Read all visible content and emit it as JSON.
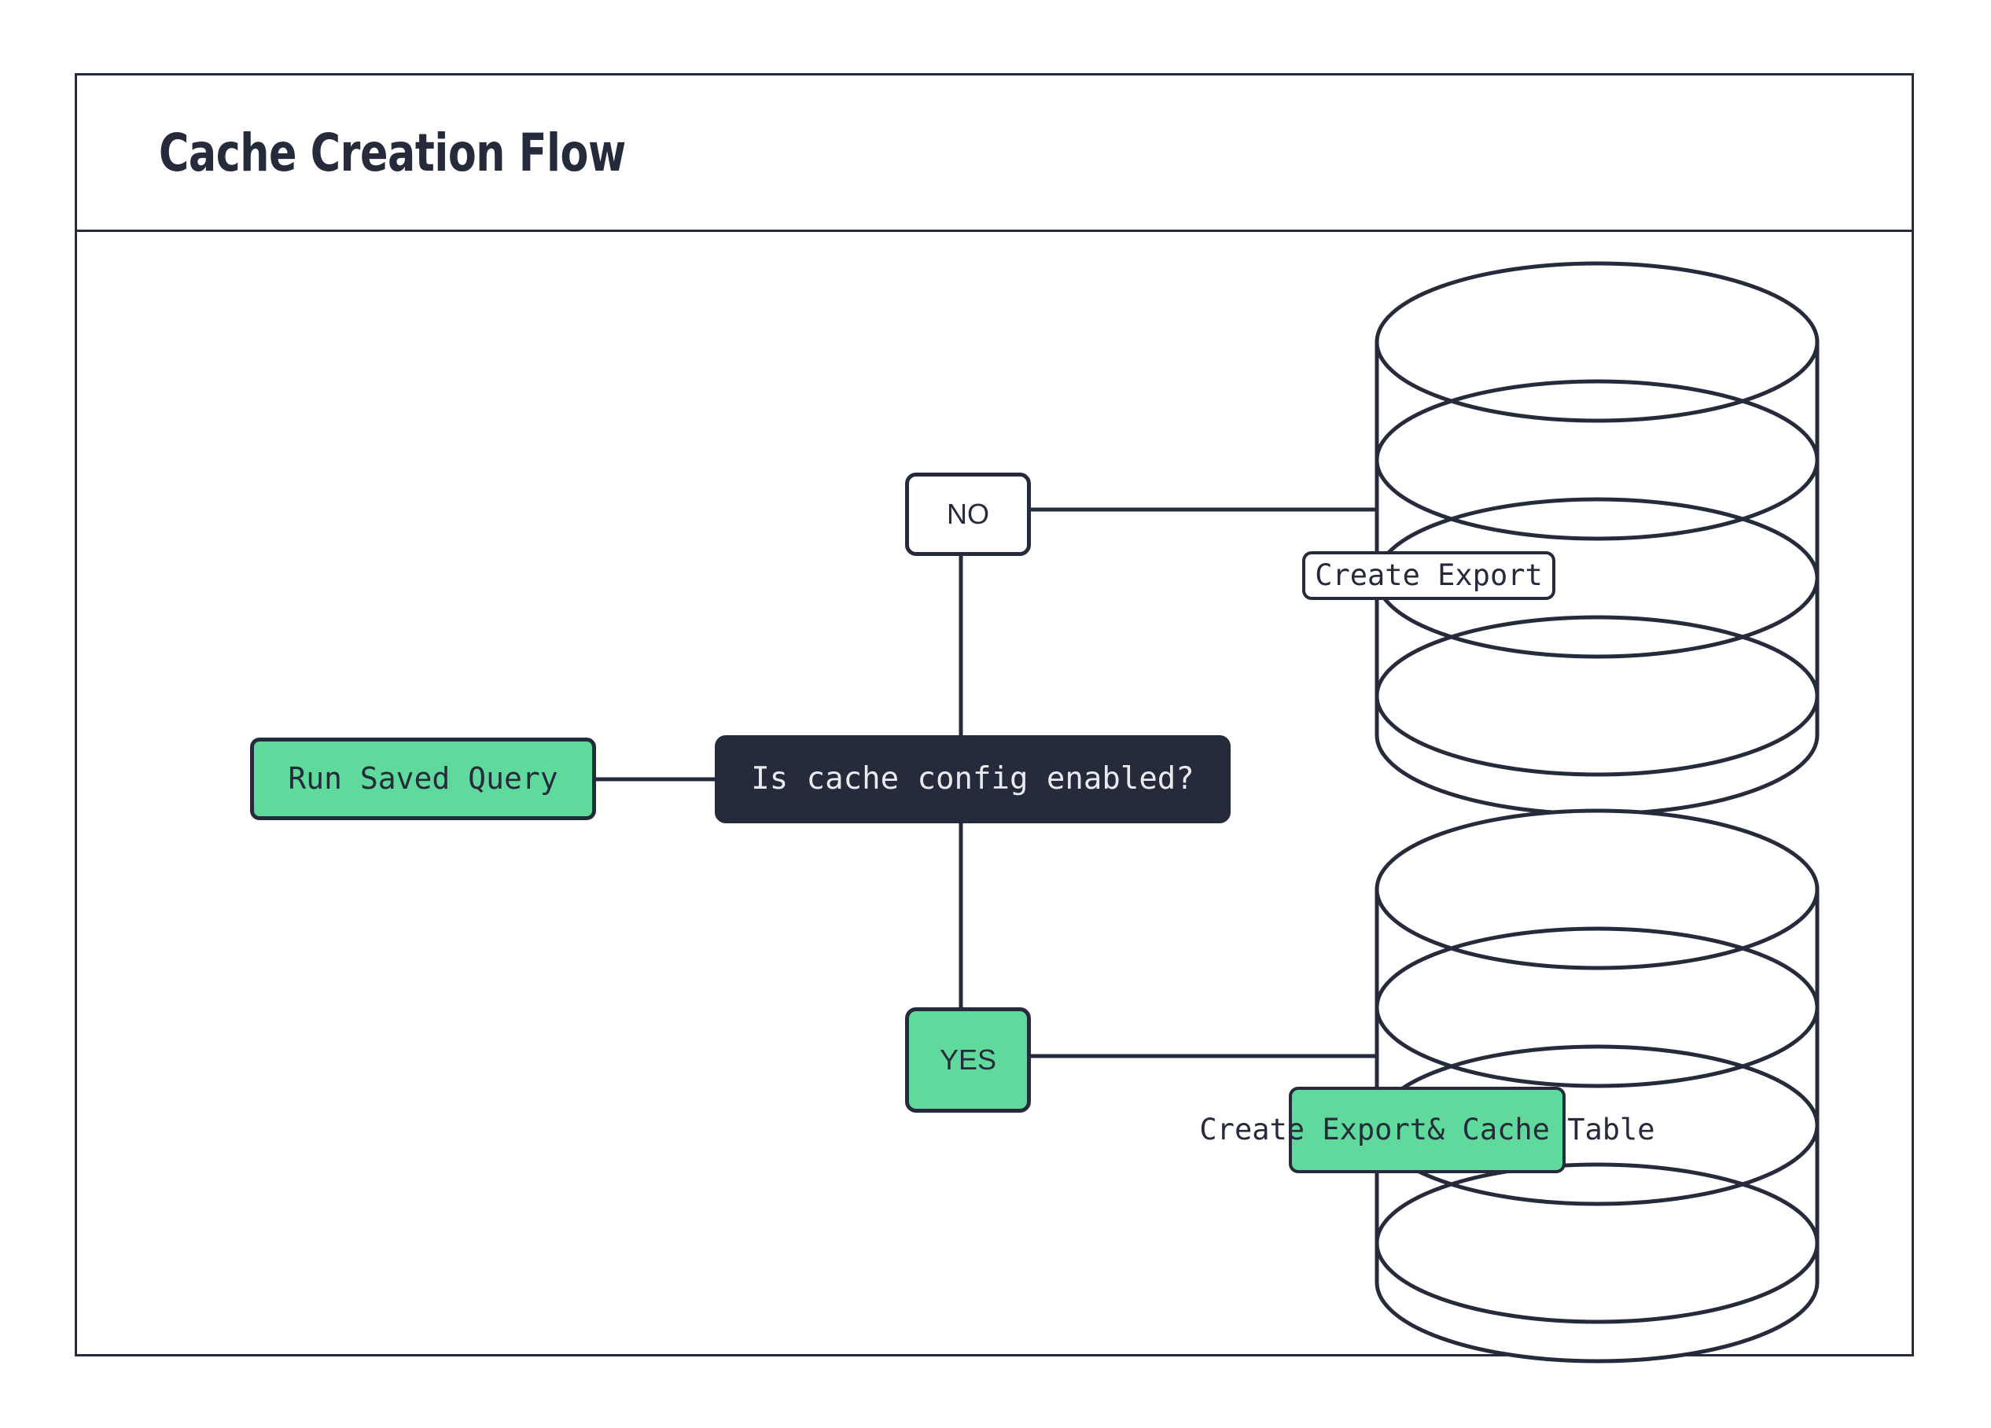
{
  "diagram": {
    "title": "Cache Creation Flow",
    "colors": {
      "ink": "#262b3c",
      "accent_green": "#5fd99c",
      "surface": "#ffffff",
      "dark_fill": "#262b3c",
      "dark_text": "#e8eaee"
    },
    "nodes": [
      {
        "id": "run-saved-query",
        "label": "Run Saved Query",
        "shape": "rounded-rect",
        "fill": "#5fd99c",
        "text_color": "#262b3c"
      },
      {
        "id": "decision",
        "label": "Is cache config enabled?",
        "shape": "rounded-rect",
        "fill": "#262b3c",
        "text_color": "#e8eaee"
      },
      {
        "id": "branch-no",
        "label": "NO",
        "shape": "rounded-rect",
        "fill": "#ffffff",
        "text_color": "#262b3c"
      },
      {
        "id": "branch-yes",
        "label": "YES",
        "shape": "rounded-rect",
        "fill": "#5fd99c",
        "text_color": "#262b3c"
      },
      {
        "id": "database-top",
        "label": "Create Export",
        "shape": "cylinder",
        "fill": "#ffffff",
        "text_color": "#262b3c"
      },
      {
        "id": "database-bottom",
        "label": "Create Export\n& Cache Table",
        "label_line1": "Create Export",
        "label_line2": "& Cache Table",
        "shape": "cylinder",
        "fill": "#5fd99c",
        "text_color": "#262b3c"
      }
    ],
    "edges": [
      {
        "from": "run-saved-query",
        "to": "decision",
        "label": ""
      },
      {
        "from": "decision",
        "to": "branch-no",
        "label": "NO"
      },
      {
        "from": "decision",
        "to": "branch-yes",
        "label": "YES"
      },
      {
        "from": "branch-no",
        "to": "database-top",
        "label": ""
      },
      {
        "from": "branch-yes",
        "to": "database-bottom",
        "label": ""
      }
    ]
  }
}
